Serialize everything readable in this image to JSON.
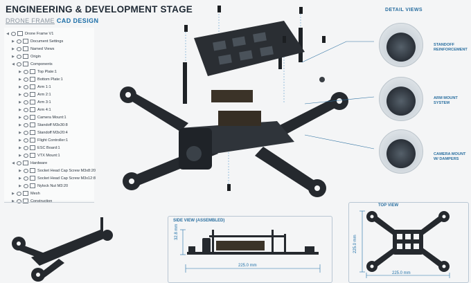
{
  "header": {
    "title": "ENGINEERING & DEVELOPMENT STAGE",
    "subtitle_part1": "DRONE FRAME",
    "subtitle_part2": "CAD DESIGN"
  },
  "browser": {
    "root": "Drone Frame V1",
    "items": [
      "Document Settings",
      "Named Views",
      "Origin",
      "Components",
      "Top Plate:1",
      "Bottom Plate:1",
      "Arm 1:1",
      "Arm 2:1",
      "Arm 3:1",
      "Arm 4:1",
      "Camera Mount:1",
      "Standoff M3x30:8",
      "Standoff M3x20:4",
      "Flight Controller:1",
      "ESC Board:1",
      "VTX Mount:1",
      "Hardware",
      "Socket Head Cap Screw M3x8:20",
      "Socket Head Cap Screw M3x12:8",
      "Nylock Nut M3:20",
      "Mesh",
      "Construction"
    ]
  },
  "detail_views": {
    "title": "DETAIL VIEWS",
    "items": [
      {
        "line1": "STANDOFF",
        "line2": "REINFORCEMENT"
      },
      {
        "line1": "ARM MOUNT",
        "line2": "SYSTEM"
      },
      {
        "line1": "CAMERA MOUNT",
        "line2": "W/ DAMPERS"
      }
    ]
  },
  "side_view": {
    "title": "SIDE VIEW (ASSEMBLED)",
    "height_dim": "32.8 mm",
    "width_dim": "225.0 mm"
  },
  "top_view": {
    "title": "TOP VIEW",
    "height_dim": "225.0 mm",
    "width_dim": "225.0 mm"
  },
  "colors": {
    "accent": "#2a6fa0",
    "frame": "#25292e",
    "background": "#f4f5f6"
  }
}
